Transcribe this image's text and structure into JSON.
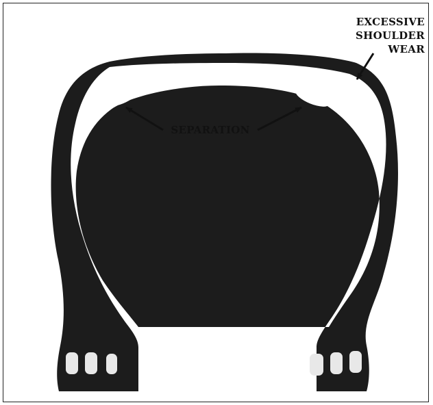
{
  "labels": {
    "separation": "SEPARATION",
    "shoulder_line1": "EXCESSIVE",
    "shoulder_line2": "SHOULDER",
    "shoulder_line3": "WEAR"
  },
  "colors": {
    "rubber": "#1c1c1c",
    "background": "#ffffff",
    "frame": "#222222",
    "text": "#111111"
  }
}
